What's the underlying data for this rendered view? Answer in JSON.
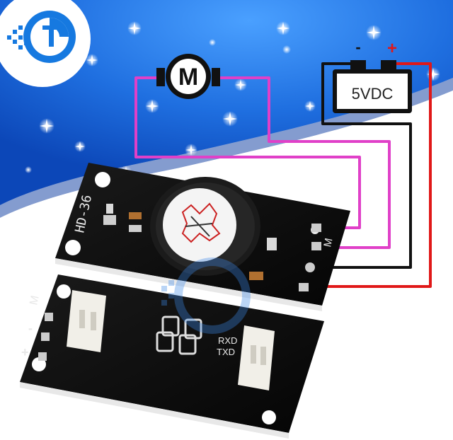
{
  "motor": {
    "label": "M"
  },
  "battery": {
    "label": "5VDC",
    "minus": "-",
    "plus": "+"
  },
  "board_top": {
    "model": "HD-36",
    "pin_label": "M"
  },
  "board_bottom": {
    "pins": [
      "M",
      "-",
      "+"
    ],
    "rxd": "RXD",
    "txd": "TXD"
  },
  "colors": {
    "sky": "#1f6fe0",
    "wire_magenta": "#e040c8",
    "wire_black": "#111111",
    "wire_red": "#e01818",
    "pcb": "#0d0d0d"
  }
}
